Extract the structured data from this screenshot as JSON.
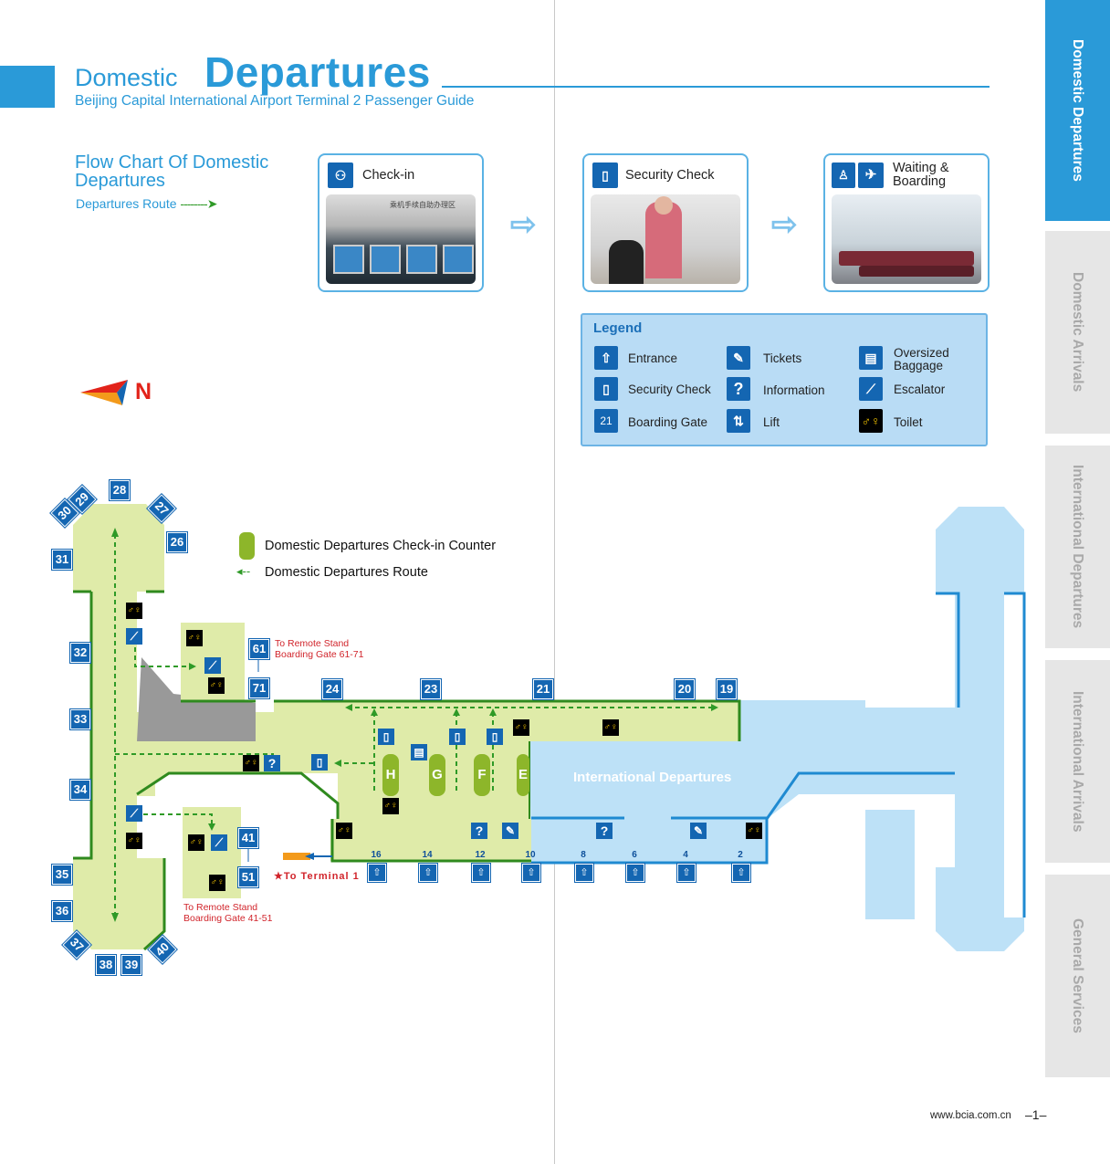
{
  "header": {
    "title_small": "Domestic",
    "title_big": "Departures",
    "subtitle": "Beijing Capital International Airport Terminal 2 Passenger Guide"
  },
  "flow": {
    "title": "Flow Chart Of Domestic Departures",
    "route_label": "Departures Route",
    "steps": [
      {
        "label": "Check-in",
        "icon": "check-in-icon"
      },
      {
        "label": "Security Check",
        "icon": "security-check-icon"
      },
      {
        "label": "Waiting & Boarding",
        "icon": "boarding-icon"
      }
    ],
    "photo_sign_text": "乘机手续自助办理区"
  },
  "legend": {
    "title": "Legend",
    "items": [
      {
        "label": "Entrance",
        "icon": "entrance-icon"
      },
      {
        "label": "Tickets",
        "icon": "tickets-icon"
      },
      {
        "label": "Oversized Baggage",
        "icon": "oversized-baggage-icon"
      },
      {
        "label": "Security Check",
        "icon": "security-check-icon"
      },
      {
        "label": "Information",
        "icon": "information-icon"
      },
      {
        "label": "Escalator",
        "icon": "escalator-icon"
      },
      {
        "label": "Boarding Gate",
        "icon": "boarding-gate-icon",
        "sample": "21"
      },
      {
        "label": "Lift",
        "icon": "lift-icon"
      },
      {
        "label": "Toilet",
        "icon": "toilet-icon"
      }
    ]
  },
  "compass": {
    "label": "N"
  },
  "map": {
    "key_counter": "Domestic Departures Check-in Counter",
    "key_route": "Domestic Departures Route",
    "remote_north": "To Remote Stand Boarding Gate 61-71",
    "remote_south": "To Remote Stand Boarding Gate 41-51",
    "to_terminal": "To Terminal 1",
    "international": "International Departures",
    "gates": [
      "28",
      "27",
      "26",
      "29",
      "30",
      "31",
      "32",
      "33",
      "34",
      "35",
      "36",
      "37",
      "38",
      "39",
      "40",
      "61",
      "71",
      "41",
      "51",
      "24",
      "23",
      "21",
      "20",
      "19"
    ],
    "counters": [
      "H",
      "G",
      "F",
      "E"
    ],
    "entrances": [
      "16",
      "14",
      "12",
      "10",
      "8",
      "6",
      "4",
      "2"
    ],
    "colors": {
      "domestic": "#dfeba9",
      "domestic_border": "#2f8a1e",
      "international": "#bde1f7",
      "international_border": "#1f8ad1",
      "gate": "#1466b2",
      "route": "#2f9a27",
      "counter": "#8db62a"
    }
  },
  "tabs": [
    {
      "label": "Domestic Departures",
      "active": true
    },
    {
      "label": "Domestic Arrivals",
      "active": false
    },
    {
      "label": "International Departures",
      "active": false
    },
    {
      "label": "International  Arrivals",
      "active": false
    },
    {
      "label": "General Services",
      "active": false
    }
  ],
  "footer": {
    "url": "www.bcia.com.cn",
    "page": "–1–"
  }
}
